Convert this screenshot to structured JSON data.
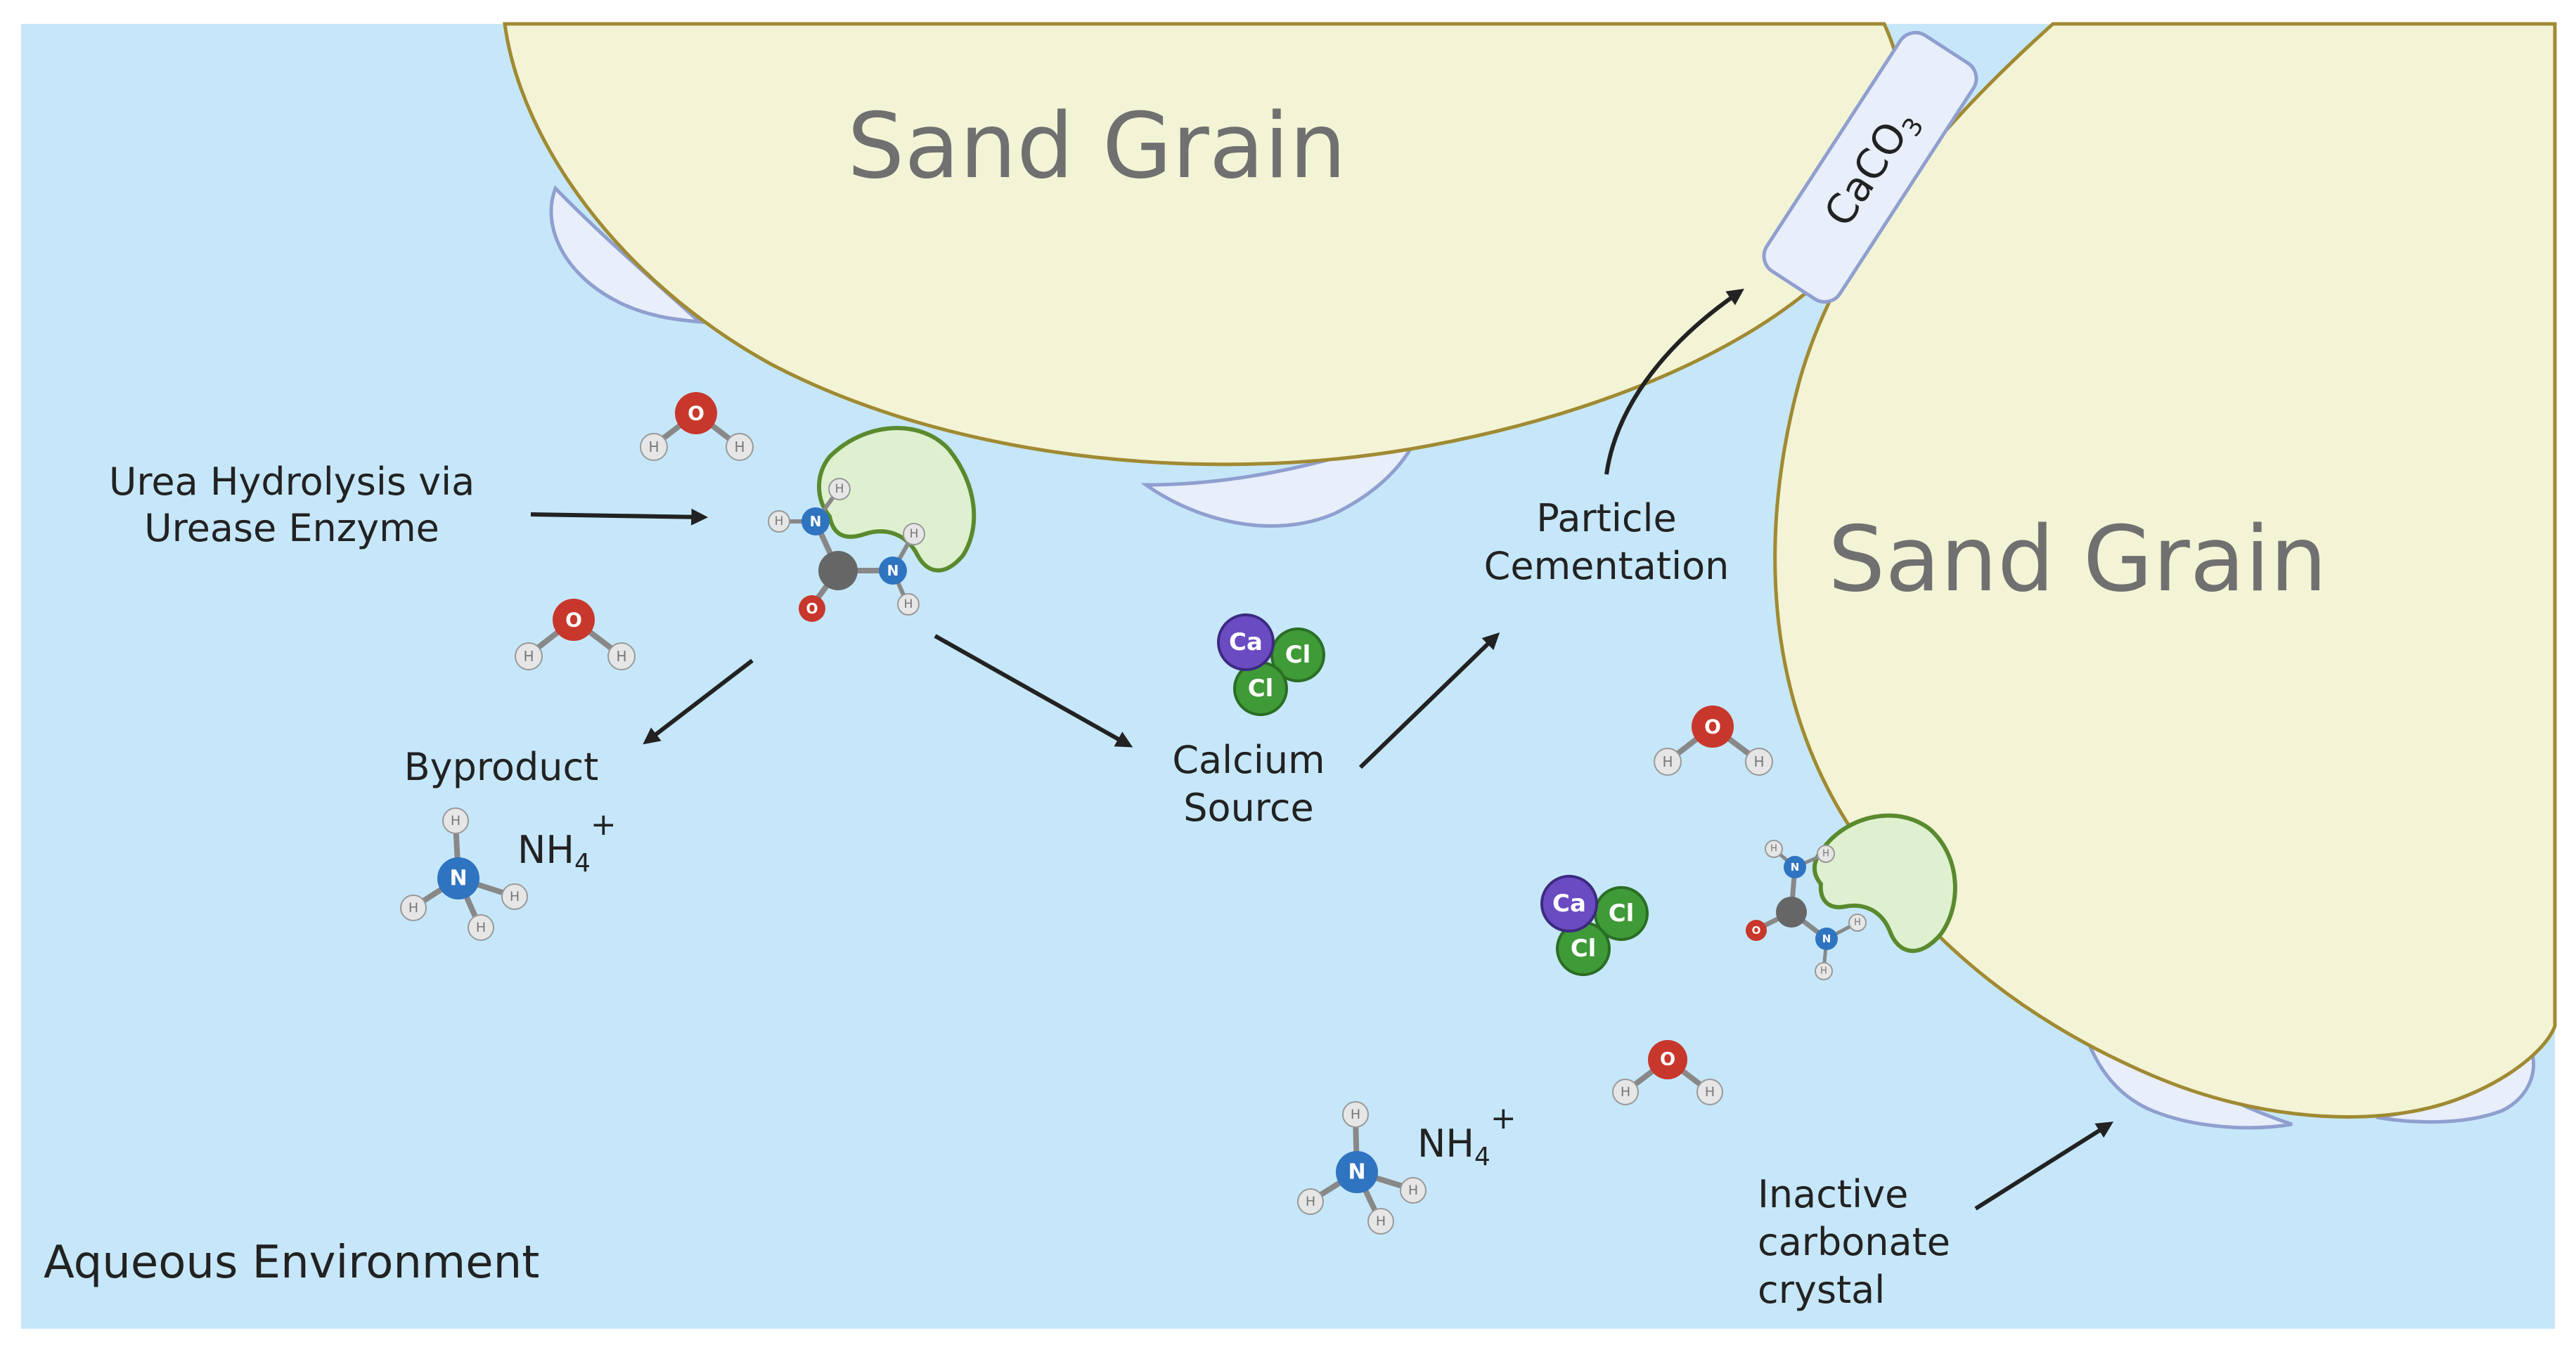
{
  "labels": {
    "sand_grain_1": "Sand Grain",
    "sand_grain_2": "Sand Grain",
    "caco3_base": "CaCO",
    "caco3_sub": "3",
    "urea_line1": "Urea Hydrolysis via",
    "urea_line2": "Urease Enzyme",
    "byproduct": "Byproduct",
    "nh4_1_base": "NH",
    "nh4_1_sub": "4",
    "nh4_1_sup": "+",
    "nh4_2_base": "NH",
    "nh4_2_sub": "4",
    "nh4_2_sup": "+",
    "calcium_line1": "Calcium",
    "calcium_line2": "Source",
    "particle_line1": "Particle",
    "particle_line2": "Cementation",
    "inactive_line1": "Inactive",
    "inactive_line2": "carbonate",
    "inactive_line3": "crystal",
    "aqueous": "Aqueous Environment"
  },
  "atoms": {
    "oxygen": "O",
    "hydrogen": "H",
    "nitrogen": "N",
    "calcium": "Ca",
    "chlorine": "Cl"
  },
  "colors": {
    "water": "#c6e7f9",
    "sand": "#f3f3d6",
    "sand_outline": "#a08a32",
    "crystal": "#e8eefa",
    "crystal_outline": "#8f9fcf",
    "enzyme": "#dff0d0",
    "enzyme_outline": "#5a8a2e",
    "oxygen": "#c8372b",
    "nitrogen": "#2f74c0",
    "carbon": "#666666",
    "calcium": "#6a4bc2",
    "chlorine": "#3f9a38",
    "hydrogen": "#e6e6e6",
    "arrow": "#222222"
  }
}
